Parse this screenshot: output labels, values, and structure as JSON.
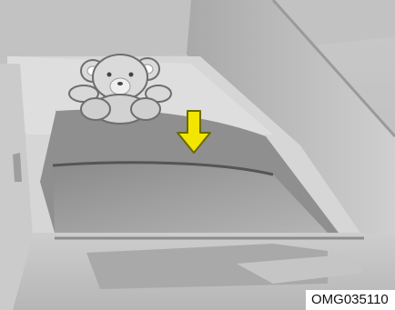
{
  "figure": {
    "code": "OMG035110",
    "subject": "car-door-window-with-teddy-bear",
    "indicator": "down-arrow",
    "colors": {
      "arrow_fill": "#f2e600",
      "arrow_outline": "#6a6a00",
      "bear": "#d9d9d9",
      "background": "#bdbdbd"
    }
  }
}
